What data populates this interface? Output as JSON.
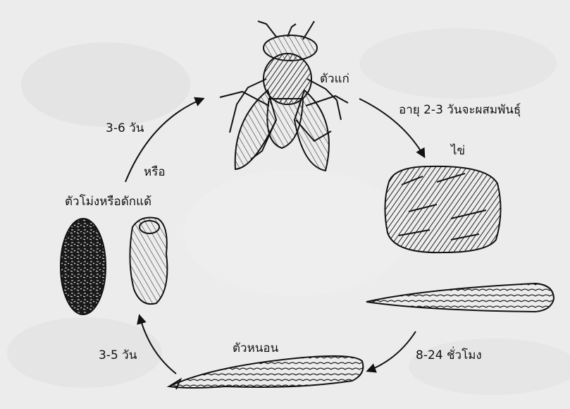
{
  "labels": {
    "adult": "ตัวแก่",
    "mating": "อายุ 2-3 วันจะผสมพันธุ์",
    "egg": "ไข่",
    "larva_duration": "8-24 ชั่วโมง",
    "larva": "ตัวหนอน",
    "pupa_duration": "3-5 วัน",
    "pupa": "ตัวโม่งหรือดักแด้",
    "or": "หรือ",
    "adult_duration": "3-6 วัน"
  },
  "colors": {
    "ink": "#111111",
    "paper": "#ececec"
  }
}
